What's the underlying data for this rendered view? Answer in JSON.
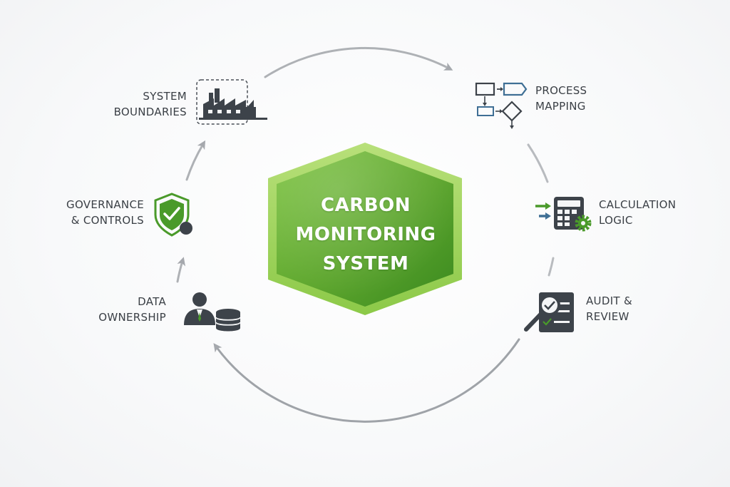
{
  "center": {
    "line1": "CARBON",
    "line2": "MONITORING",
    "line3": "SYSTEM"
  },
  "nodes": {
    "system_boundaries": {
      "line1": "SYSTEM",
      "line2": "BOUNDARIES"
    },
    "process_mapping": {
      "line1": "PROCESS",
      "line2": "MAPPING"
    },
    "calculation_logic": {
      "line1": "CALCULATION",
      "line2": "LOGIC"
    },
    "audit_review": {
      "line1": "AUDIT &",
      "line2": "REVIEW"
    },
    "data_ownership": {
      "line1": "DATA",
      "line2": "OWNERSHIP"
    },
    "governance_controls": {
      "line1": "GOVERNANCE",
      "line2": "& CONTROLS"
    }
  },
  "colors": {
    "hex_light": "#9fd356",
    "hex_mid": "#5ea82e",
    "hex_dark": "#3c8c22",
    "icon_dark": "#3d434a",
    "icon_green": "#4a9a2a",
    "icon_blue": "#3f6f95",
    "arrow": "#a8abb0"
  }
}
